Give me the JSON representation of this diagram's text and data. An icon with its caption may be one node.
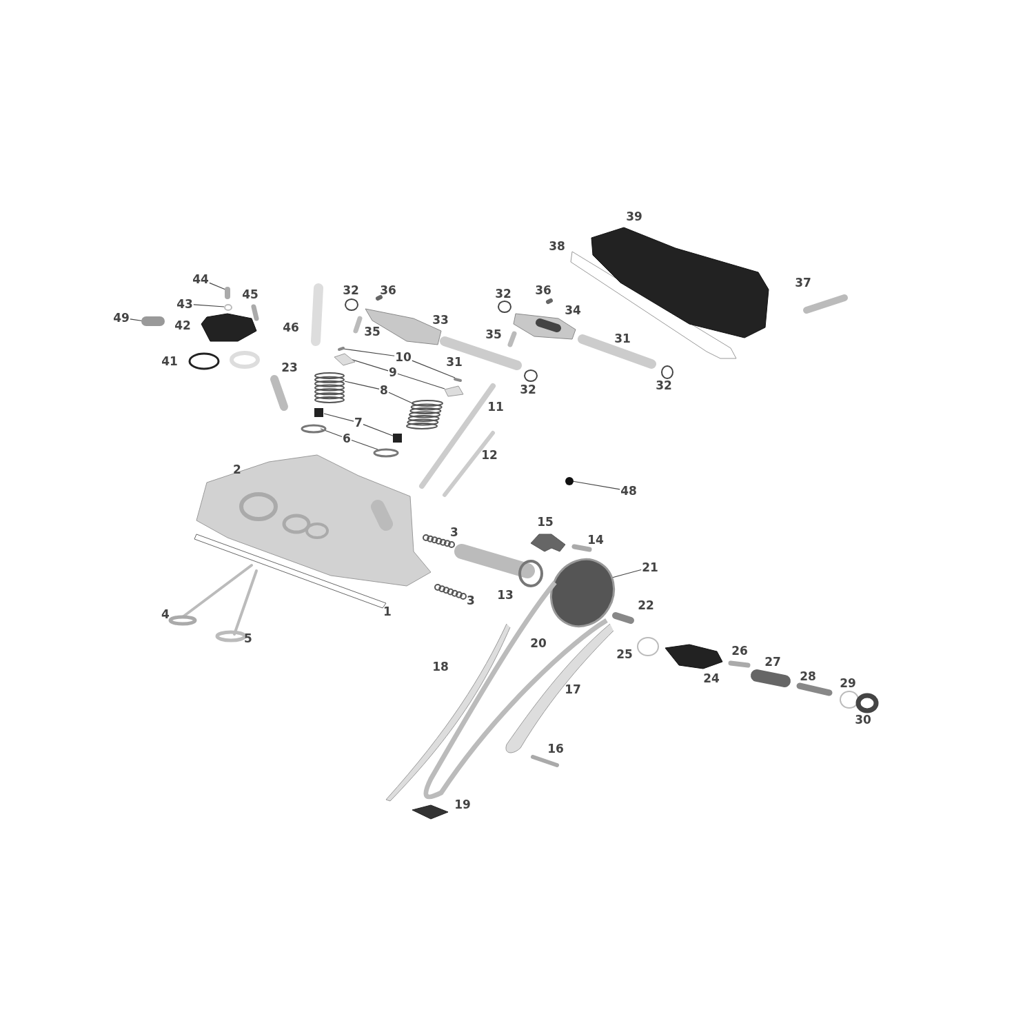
{
  "diagram": {
    "nodes": [
      {
        "text": [
          "44"
        ]
      },
      {
        "text": [
          "43"
        ]
      },
      {
        "text": [
          "49"
        ]
      },
      {
        "text": [
          "10"
        ]
      },
      {
        "text": [
          "9"
        ]
      },
      {
        "text": [
          "8"
        ]
      },
      {
        "text": [
          "7"
        ]
      },
      {
        "text": [
          "6"
        ]
      },
      {
        "text": [
          "21"
        ]
      },
      {
        "text": [
          "48"
        ]
      }
    ],
    "edges": [
      {
        "from": 0,
        "to": null,
        "arrow": "none"
      },
      {
        "from": 1,
        "to": null,
        "arrow": "none"
      },
      {
        "from": 2,
        "to": null,
        "arrow": "none"
      },
      {
        "from": 3,
        "to": null,
        "arrow": "none"
      },
      {
        "from": 3,
        "to": null,
        "arrow": "none"
      },
      {
        "from": 4,
        "to": null,
        "arrow": "none"
      },
      {
        "from": 4,
        "to": null,
        "arrow": "none"
      },
      {
        "from": 5,
        "to": null,
        "arrow": "none"
      },
      {
        "from": 5,
        "to": null,
        "arrow": "none"
      },
      {
        "from": 6,
        "to": null,
        "arrow": "none"
      },
      {
        "from": 6,
        "to": null,
        "arrow": "none"
      },
      {
        "from": 7,
        "to": null,
        "arrow": "none"
      },
      {
        "from": 7,
        "to": null,
        "arrow": "none"
      },
      {
        "from": 8,
        "to": null,
        "arrow": "none"
      },
      {
        "from": 9,
        "to": null,
        "arrow": "none"
      }
    ],
    "labels": [
      "39",
      "38",
      "37",
      "32",
      "36",
      "36",
      "45",
      "32",
      "34",
      "33",
      "42",
      "46",
      "35",
      "35",
      "31",
      "41",
      "31",
      "23",
      "32",
      "32",
      "11",
      "12",
      "2",
      "15",
      "3",
      "14",
      "13",
      "3",
      "22",
      "1",
      "4",
      "5",
      "20",
      "26",
      "25",
      "27",
      "18",
      "28",
      "24",
      "29",
      "17",
      "30",
      "16",
      "19"
    ]
  }
}
